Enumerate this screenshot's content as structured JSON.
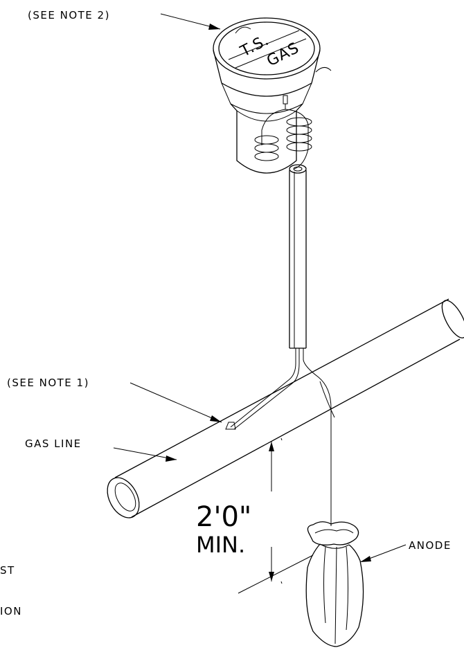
{
  "labels": {
    "note2": "(SEE NOTE 2)",
    "note1": "(SEE NOTE 1)",
    "gas_line": "GAS LINE",
    "anode": "ANODE",
    "dimension_value": "2'0\"",
    "dimension_min": "MIN.",
    "partial_left_1": "ST",
    "partial_left_2": "ION"
  },
  "lid_text": {
    "line1": "T.S.",
    "line2": "GAS"
  }
}
